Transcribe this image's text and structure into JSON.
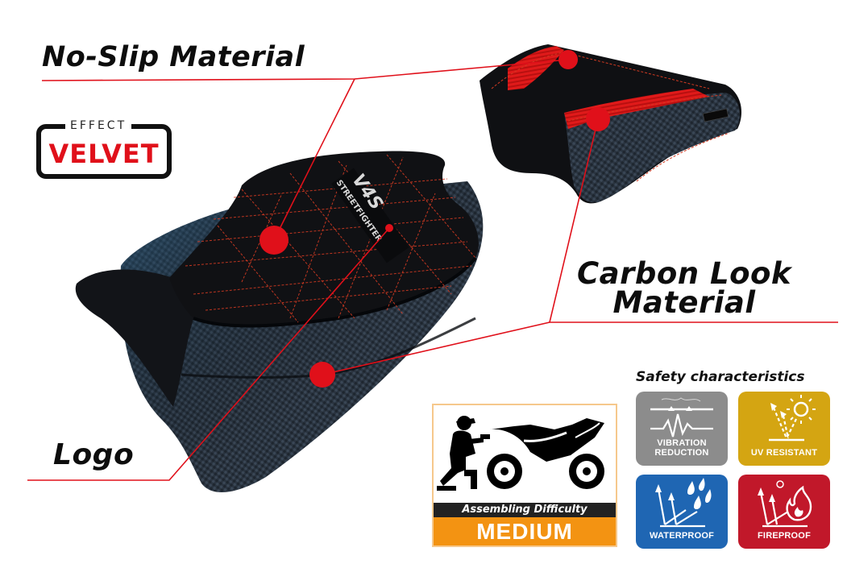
{
  "labels": {
    "no_slip": "No-Slip Material",
    "carbon_line1": "Carbon Look",
    "carbon_line2": "Material",
    "logo": "Logo"
  },
  "badge": {
    "effect": "EFFECT",
    "velvet": "VELVET"
  },
  "seat": {
    "logo_text_main": "V4S",
    "logo_text_sub": "STREETFIGHTER"
  },
  "assembly": {
    "title": "Assembling Difficulty",
    "level": "MEDIUM"
  },
  "safety": {
    "title": "Safety characteristics",
    "items": [
      {
        "icon": "vibration-icon",
        "line1": "VIBRATION",
        "line2": "REDUCTION",
        "color": "#8c8c8c"
      },
      {
        "icon": "uv-sun-icon",
        "line1": "UV RESISTANT",
        "line2": "",
        "color": "#d4a512"
      },
      {
        "icon": "water-drops-icon",
        "line1": "WATERPROOF",
        "line2": "",
        "color": "#1f66b3"
      },
      {
        "icon": "fire-icon",
        "line1": "FIREPROOF",
        "line2": "",
        "color": "#c1182a"
      }
    ]
  },
  "colors": {
    "accent_red": "#e0101a",
    "leader_line": "#e0101a",
    "difficulty_orange": "#f39312"
  }
}
